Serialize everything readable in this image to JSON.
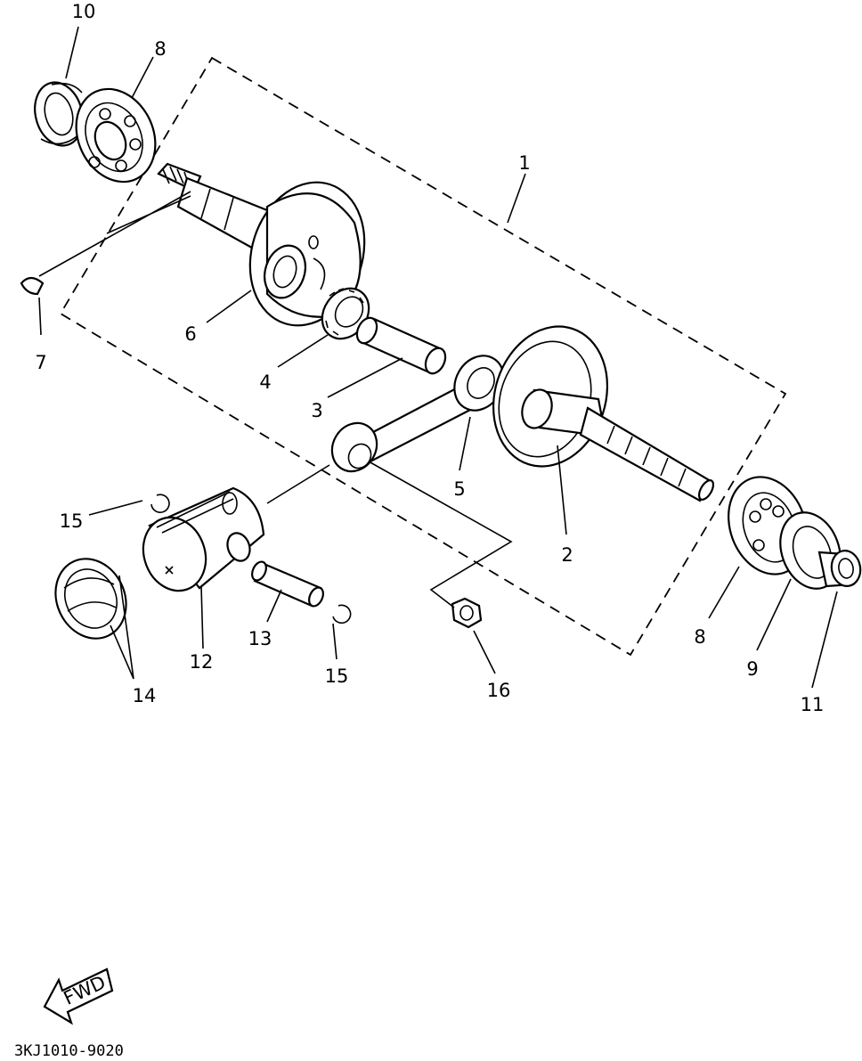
{
  "diagram": {
    "drawing_code": "3KJ1010-9020",
    "fwd_label": "FWD",
    "callouts": {
      "c1": "1",
      "c2": "2",
      "c3": "3",
      "c4": "4",
      "c5": "5",
      "c6": "6",
      "c7": "7",
      "c8_top": "8",
      "c8_bottom": "8",
      "c9": "9",
      "c10": "10",
      "c11": "11",
      "c12": "12",
      "c13": "13",
      "c14": "14",
      "c15_left": "15",
      "c15_right": "15",
      "c16": "16"
    }
  }
}
